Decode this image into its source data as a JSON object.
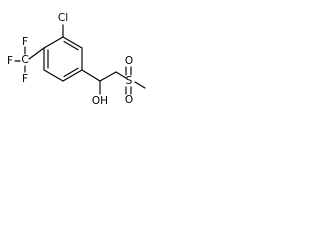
{
  "molecule": {
    "atoms": {
      "chlorine": "Cl",
      "fluorine_1": "F",
      "fluorine_2": "F",
      "fluorine_3": "F",
      "carbon_cf3": "C",
      "hydroxyl": "OH",
      "sulfur": "S",
      "oxygen_1": "O",
      "oxygen_2": "O"
    },
    "colors": {
      "bond": "#000000",
      "label": "#000000",
      "background": "#ffffff"
    }
  }
}
